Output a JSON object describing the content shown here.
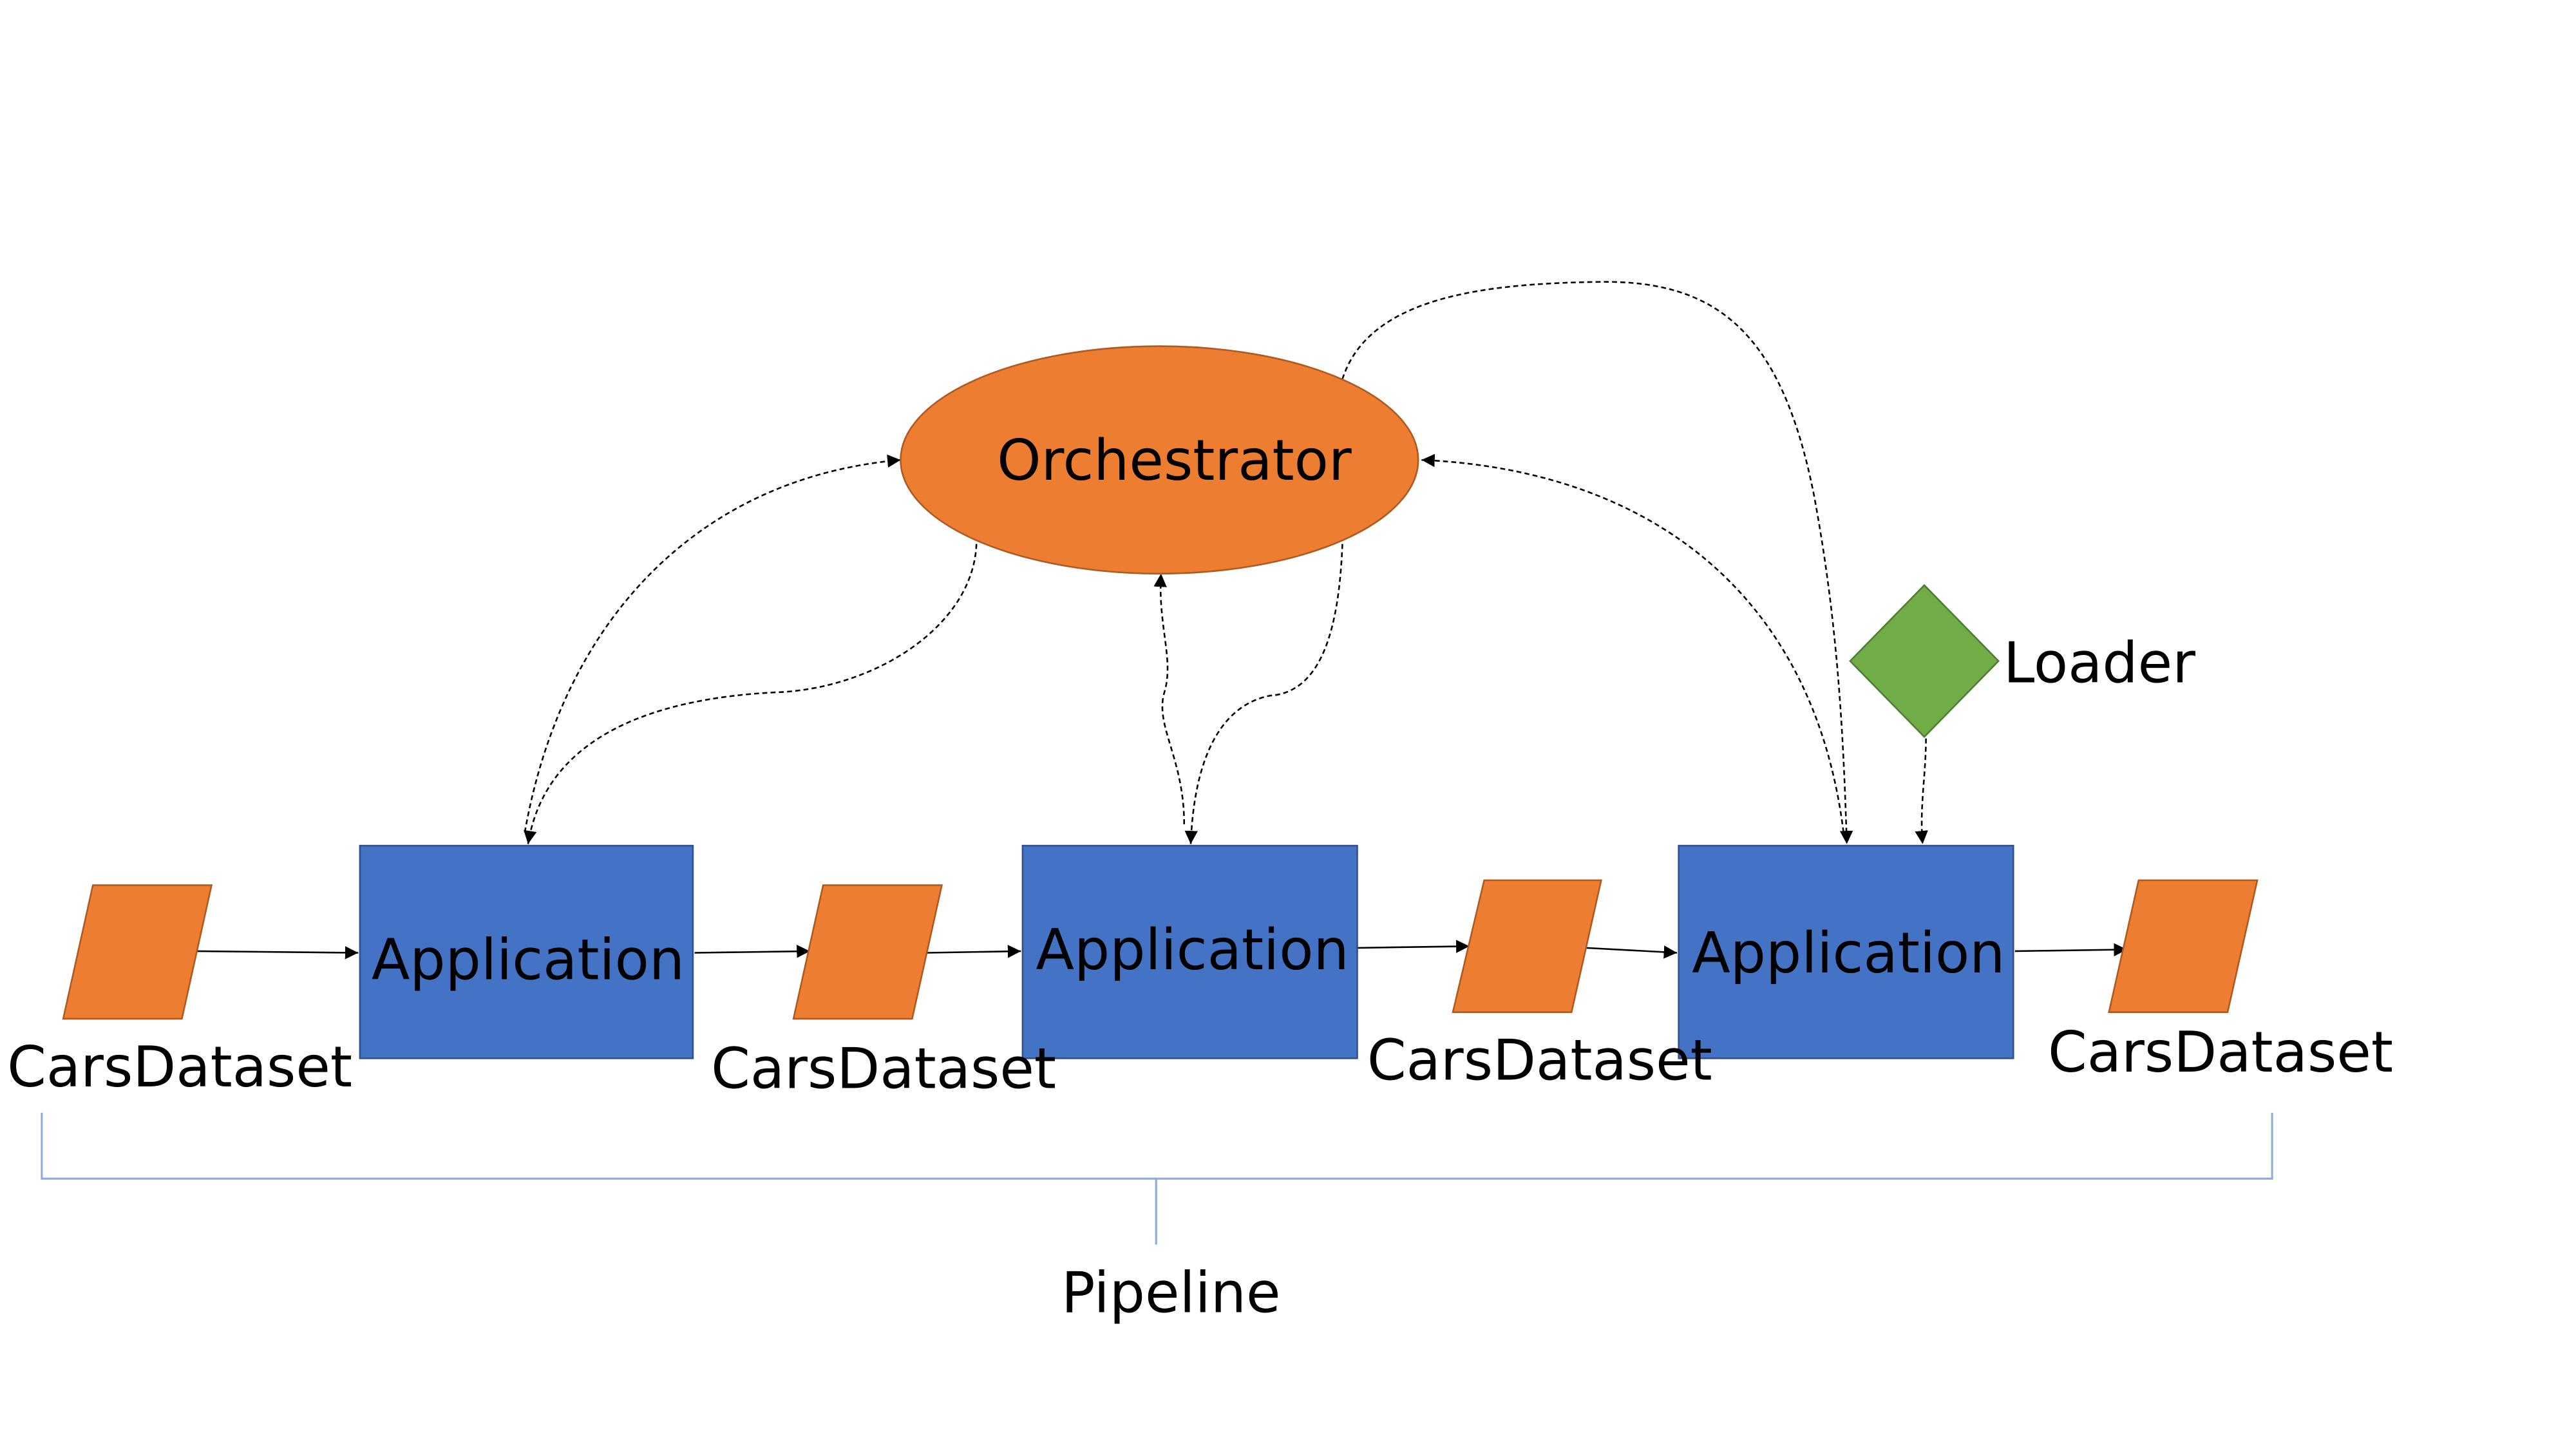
{
  "diagram": {
    "orchestrator": {
      "label": "Orchestrator"
    },
    "loader": {
      "label": "Loader"
    },
    "applications": [
      {
        "label": "Application"
      },
      {
        "label": "Application"
      },
      {
        "label": "Application"
      }
    ],
    "datasets": [
      {
        "label": "CarsDataset"
      },
      {
        "label": "CarsDataset"
      },
      {
        "label": "CarsDataset"
      },
      {
        "label": "CarsDataset"
      }
    ],
    "pipeline": {
      "label": "Pipeline"
    }
  },
  "colors": {
    "orchestrator_fill": "#ED7D31",
    "orchestrator_stroke": "#AE5A21",
    "application_fill": "#4472C4",
    "application_stroke": "#2F528F",
    "dataset_fill": "#ED7D31",
    "dataset_stroke": "#AE5A21",
    "loader_fill": "#70AD47",
    "loader_stroke": "#507E32",
    "bracket_stroke": "#8FAADC",
    "arrow_stroke": "#000000"
  }
}
